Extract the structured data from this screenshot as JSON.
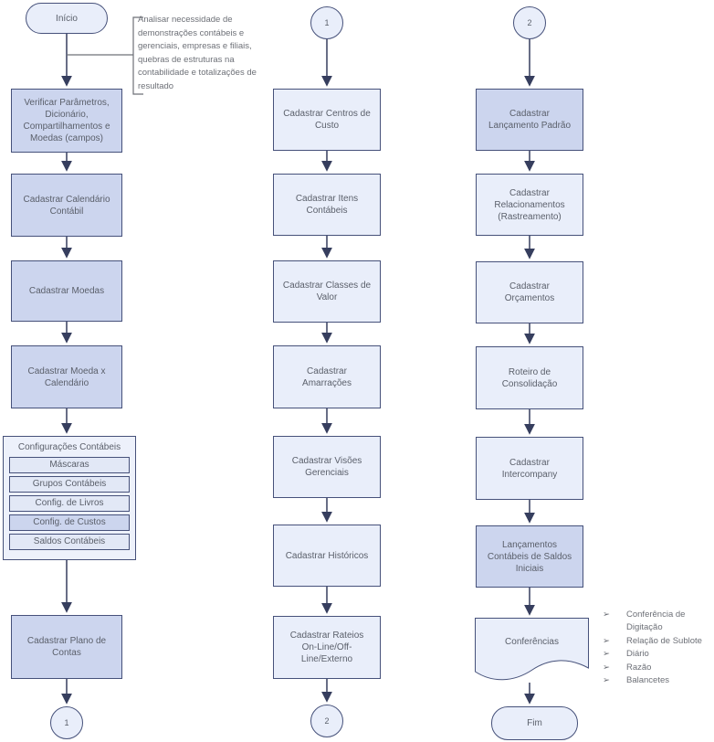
{
  "colors": {
    "light": "#e9eefa",
    "dark": "#ccd5ee",
    "glight": "#edf1fb",
    "gitem": "#e2e8f6",
    "border": "#46517a",
    "arrow": "#363e5e",
    "text": "#5a5f6a",
    "note": "#6d7077"
  },
  "flowchart": {
    "annotation": "Analisar necessidade de demonstrações contábeis e gerenciais, empresas e filiais, quebras de estruturas na contabilidade e totalizações de resultado",
    "col1": {
      "start": "Início",
      "boxes": [
        "Verificar Parâmetros, Dicionário, Compartilhamentos e Moedas (campos)",
        "Cadastrar Calendário Contábil",
        "Cadastrar Moedas",
        "Cadastrar Moeda x Calendário"
      ],
      "group": {
        "title": "Configurações Contábeis",
        "items": [
          "Máscaras",
          "Grupos Contábeis",
          "Config. de Livros",
          "Config. de Custos",
          "Saldos Contábeis"
        ]
      },
      "end_box": "Cadastrar Plano de Contas",
      "off_connector": "1"
    },
    "col2": {
      "on_connector": "1",
      "boxes": [
        "Cadastrar Centros de Custo",
        "Cadastrar Itens Contábeis",
        "Cadastrar Classes de Valor",
        "Cadastrar Amarrações",
        "Cadastrar Visões Gerenciais",
        "Cadastrar Históricos",
        "Cadastrar Rateios On-Line/Off-Line/Externo"
      ],
      "off_connector": "2"
    },
    "col3": {
      "on_connector": "2",
      "boxes": [
        "Cadastrar Lançamento Padrão",
        "Cadastrar Relacionamentos (Rastreamento)",
        "Cadastrar Orçamentos",
        "Roteiro de Consolidação",
        "Cadastrar Intercompany",
        "Lançamentos Contábeis de Saldos Iniciais"
      ],
      "document": "Conferências",
      "end": "Fim"
    },
    "side_list": {
      "bullet": "➢",
      "items": [
        "Conferência de Digitação",
        "Relação de Sublote",
        "Diário",
        "Razão",
        "Balancetes"
      ]
    }
  }
}
